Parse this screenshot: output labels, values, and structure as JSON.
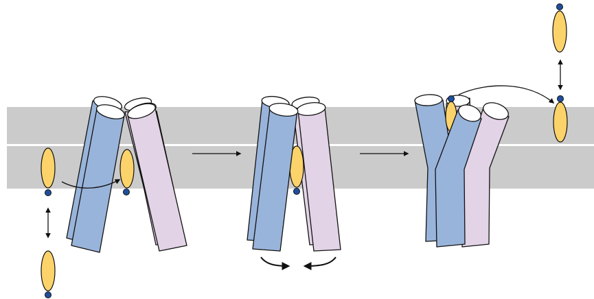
{
  "diagram": {
    "stages": [
      "stage-1-open-inward",
      "stage-2-closing",
      "stage-3-open-outward"
    ],
    "colors": {
      "membrane": "#cbcbcb",
      "leaflet_gap": "#ffffff",
      "helix_blue": "#99b4da",
      "helix_lilac": "#e2d3e6",
      "helix_cap": "#ffffff",
      "substrate_body": "#fcd36a",
      "substrate_head": "#1f4f9c",
      "outline": "#111111"
    },
    "icons": [
      "substrate-molecule",
      "double-headed-arrow",
      "curved-transfer-arrow",
      "right-arrow",
      "converging-arrows"
    ]
  }
}
